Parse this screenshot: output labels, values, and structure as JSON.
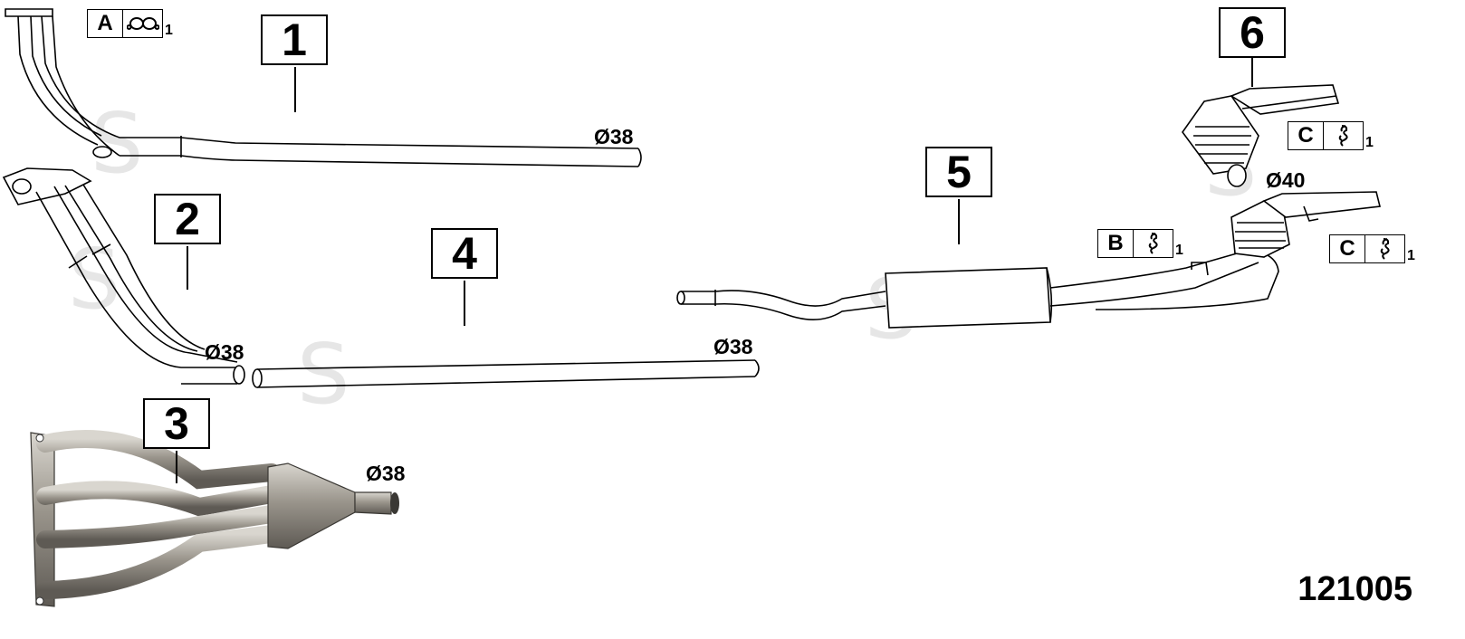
{
  "diagram": {
    "reference": "121005",
    "parts": [
      {
        "number": "1"
      },
      {
        "number": "2"
      },
      {
        "number": "3"
      },
      {
        "number": "4"
      },
      {
        "number": "5"
      },
      {
        "number": "6"
      }
    ],
    "diameters": {
      "part1": "Ø38",
      "part2": "Ø38",
      "part3": "Ø38",
      "part4": "Ø38",
      "part6": "Ø40"
    },
    "kits": [
      {
        "letter": "A",
        "icon": "gasket-icon",
        "qty": "1"
      },
      {
        "letter": "B",
        "icon": "clamp-icon",
        "qty": "1"
      },
      {
        "letter": "C",
        "icon": "clamp-icon",
        "qty": "1"
      },
      {
        "letter": "C",
        "icon": "clamp-icon",
        "qty": "1"
      }
    ],
    "watermark": "S",
    "colors": {
      "line": "#000000",
      "metal": "#9a958c",
      "metal_dark": "#5e5a54",
      "watermark": "#e6e6e6"
    }
  }
}
